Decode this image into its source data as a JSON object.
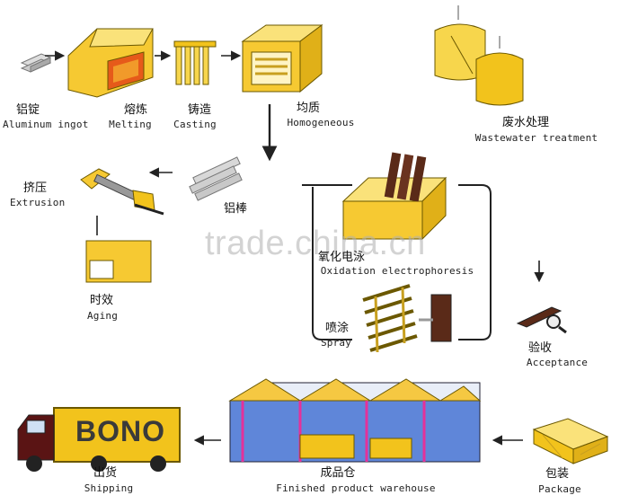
{
  "steps": {
    "ingot": {
      "zh": "铝锭",
      "en": "Aluminum ingot"
    },
    "melting": {
      "zh": "熔炼",
      "en": "Melting"
    },
    "casting": {
      "zh": "铸造",
      "en": "Casting"
    },
    "homogeneous": {
      "zh": "均质",
      "en": "Homogeneous"
    },
    "wastewater": {
      "zh": "废水处理",
      "en": "Wastewater treatment"
    },
    "extrusion": {
      "zh": "挤压",
      "en": "Extrusion"
    },
    "bar": {
      "zh": "铝棒"
    },
    "oxidation": {
      "zh": "氧化电泳",
      "en": "Oxidation electrophoresis"
    },
    "aging": {
      "zh": "时效",
      "en": "Aging"
    },
    "spray": {
      "zh": "喷涂",
      "en": "Spray"
    },
    "acceptance": {
      "zh": "验收",
      "en": "Acceptance"
    },
    "shipping": {
      "zh": "出货",
      "en": "Shipping"
    },
    "warehouse": {
      "zh": "成品仓",
      "en": "Finished product warehouse"
    },
    "package": {
      "zh": "包装",
      "en": "Package"
    }
  },
  "truck": {
    "brand": "BONO"
  },
  "watermark": "trade.china.cn",
  "colors": {
    "accent": "#f2c31c",
    "outline": "#5a4a00",
    "arrow": "#222222",
    "rust": "#5a2a18",
    "warehouse_blue": "#5f86d9",
    "warehouse_roof": "#f5c842"
  }
}
